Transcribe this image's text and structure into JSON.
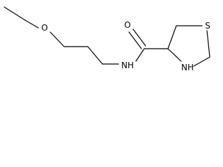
{
  "structure": {
    "atoms": {
      "ether_oxygen": "O",
      "amide_nitrogen": "NH",
      "carbonyl_oxygen": "O",
      "ring_sulfur": "S",
      "ring_nitrogen": "NH"
    },
    "colors": {
      "bond": "#000000",
      "label": "#000000",
      "background": "#ffffff"
    }
  }
}
